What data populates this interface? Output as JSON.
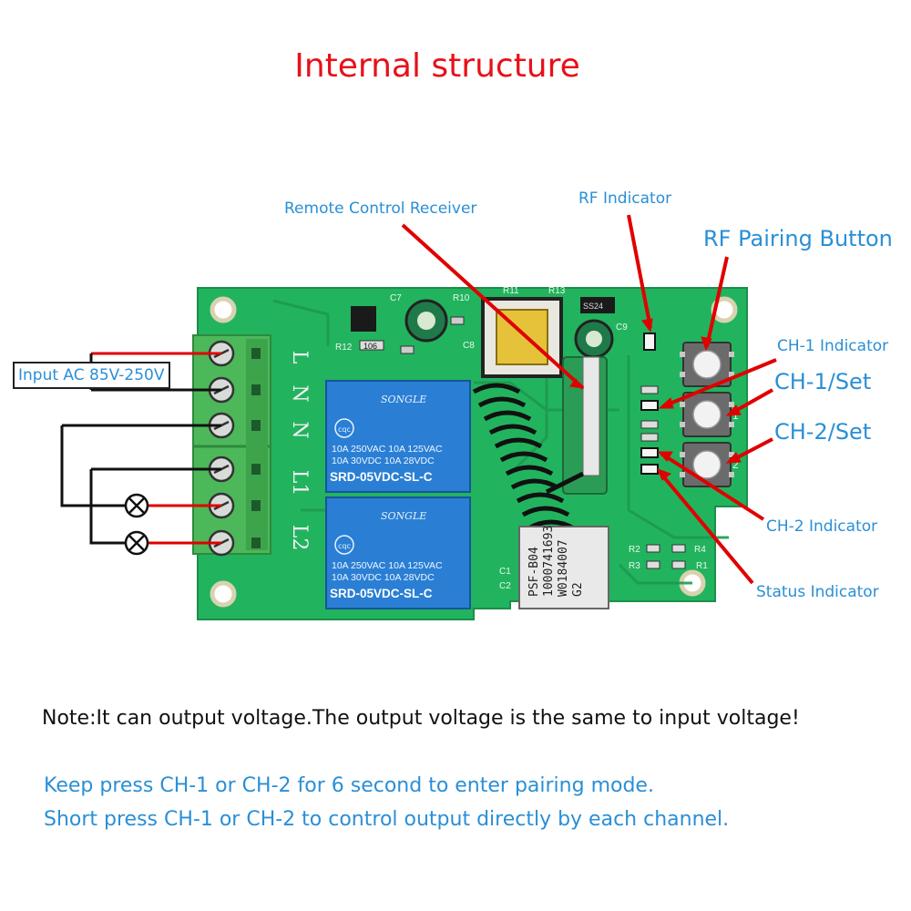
{
  "title": "Internal structure",
  "labels": {
    "remote_control_receiver": "Remote Control Receiver",
    "rf_indicator": "RF Indicator",
    "rf_pairing_button": "RF Pairing Button",
    "ch1_indicator": "CH-1 Indicator",
    "ch1_set": "CH-1/Set",
    "ch2_set": "CH-2/Set",
    "ch2_indicator": "CH-2 Indicator",
    "status_indicator": "Status Indicator",
    "input_ac": "Input AC 85V-250V"
  },
  "board": {
    "terminal_silkscreen": [
      "L",
      "N",
      "N",
      "L1",
      "L2"
    ],
    "relays": [
      {
        "brand": "SONGLE",
        "ratings": [
          "10A 250VAC",
          "10A 125VAC",
          "10A  30VDC",
          "10A  28VDC"
        ],
        "model": "SRD-05VDC-SL-C"
      },
      {
        "brand": "SONGLE",
        "ratings": [
          "10A 250VAC",
          "10A 125VAC",
          "10A  30VDC",
          "10A  28VDC"
        ],
        "model": "SRD-05VDC-SL-C"
      }
    ],
    "component_refs": [
      "C7",
      "R10",
      "R11",
      "R13",
      "R12",
      "C8",
      "C9",
      "R4",
      "R1",
      "R2",
      "R3",
      "C1",
      "C2"
    ],
    "chip_text": [
      "PSF-B04",
      "1000741693",
      "W0184007",
      "G2"
    ],
    "pcb_marks": [
      "106",
      "SS24"
    ],
    "button_marks": [
      "1",
      "2"
    ]
  },
  "note": "Note:It can output voltage.The output voltage is the same to input voltage!",
  "instructions": [
    "Keep press CH-1 or CH-2 for 6 second to enter pairing mode.",
    "Short press CH-1 or CH-2 to control output directly by each channel."
  ],
  "colors": {
    "title": "#e8101a",
    "label_blue": "#2a8fd6",
    "pointer_red": "#e00000",
    "pcb_green": "#22b35e",
    "relay_blue": "#2a7fd4",
    "terminal_green": "#4cb85a"
  }
}
